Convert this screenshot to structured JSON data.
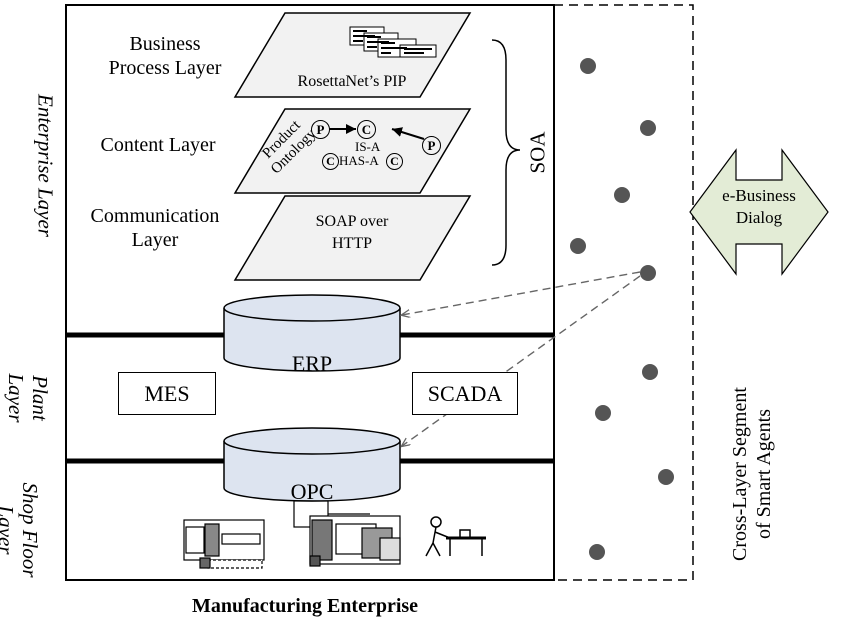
{
  "layers": {
    "enterprise": "Enterprise Layer",
    "plant": "Plant\nLayer",
    "plant_line1": "Plant",
    "plant_line2": "Layer",
    "shop_line1": "Shop Floor",
    "shop_line2": "Layer"
  },
  "sublayers": {
    "business_line1": "Business",
    "business_line2": "Process Layer",
    "content": "Content Layer",
    "communication_line1": "Communication",
    "communication_line2": "Layer"
  },
  "planes": {
    "pip": "RosettaNet’s PIP",
    "product_ontology_line1": "Product",
    "product_ontology_line2": "Ontology",
    "is_a": "IS-A",
    "has_a": "HAS-A",
    "node_p": "P",
    "node_c": "C",
    "soap_line1": "SOAP over",
    "soap_line2": "HTTP"
  },
  "soa": "SOA",
  "systems": {
    "erp": "ERP",
    "opc": "OPC",
    "mes": "MES",
    "scada": "SCADA"
  },
  "dialog_line1": "e-Business",
  "dialog_line2": "Dialog",
  "agents_line1": "Cross-Layer Segment",
  "agents_line2": "of Smart Agents",
  "footer": "Manufacturing Enterprise",
  "colors": {
    "plane_fill": "#f2f2f2",
    "cylinder_fill": "#dde4f0",
    "arrow_fill": "#e3ecd6",
    "dot": "#555555",
    "dashed_arrow": "#666666"
  }
}
